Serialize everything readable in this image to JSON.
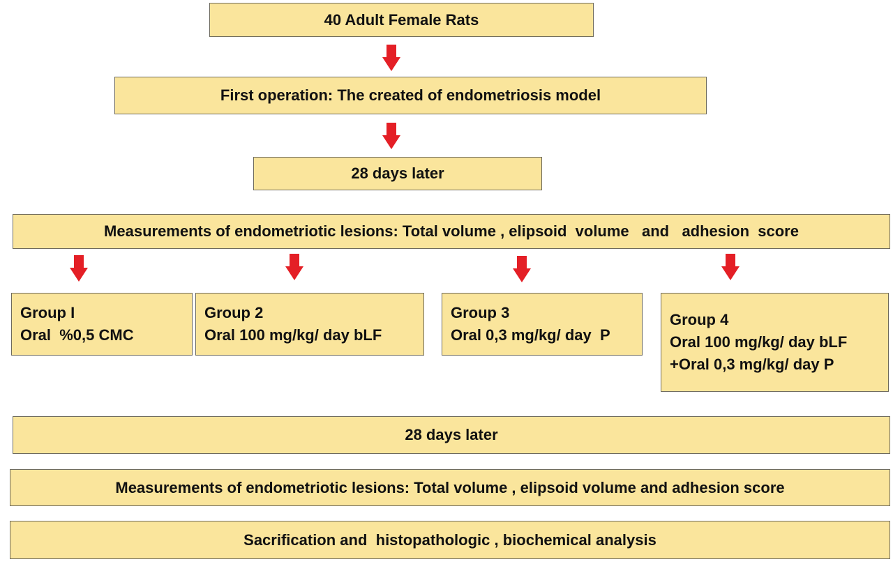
{
  "colors": {
    "box_fill": "#fae59c",
    "box_border": "#6e6a5c",
    "arrow": "#e41f26"
  },
  "steps": {
    "start": "40 Adult Female Rats",
    "first_operation": "First operation: The created of endometriosis model",
    "wait_1": "28 days later",
    "measure_1": "Measurements of endometriotic lesions: Total volume , elipsoid  volume   and   adhesion  score",
    "wait_2": "28 days later",
    "measure_2": "Measurements of endometriotic lesions: Total volume , elipsoid volume and adhesion score",
    "final": "Sacrification and  histopathologic , biochemical analysis"
  },
  "groups": [
    {
      "title": "Group I",
      "lines": [
        "Oral  %0,5 CMC"
      ]
    },
    {
      "title": "Group 2",
      "lines": [
        "Oral 100 mg/kg/ day bLF"
      ]
    },
    {
      "title": "Group 3",
      "lines": [
        "Oral 0,3 mg/kg/ day  P"
      ]
    },
    {
      "title": "Group 4",
      "lines": [
        "Oral 100 mg/kg/ day bLF",
        "+Oral 0,3 mg/kg/ day P"
      ]
    }
  ],
  "icons": {
    "arrow": "down-arrow-icon"
  }
}
